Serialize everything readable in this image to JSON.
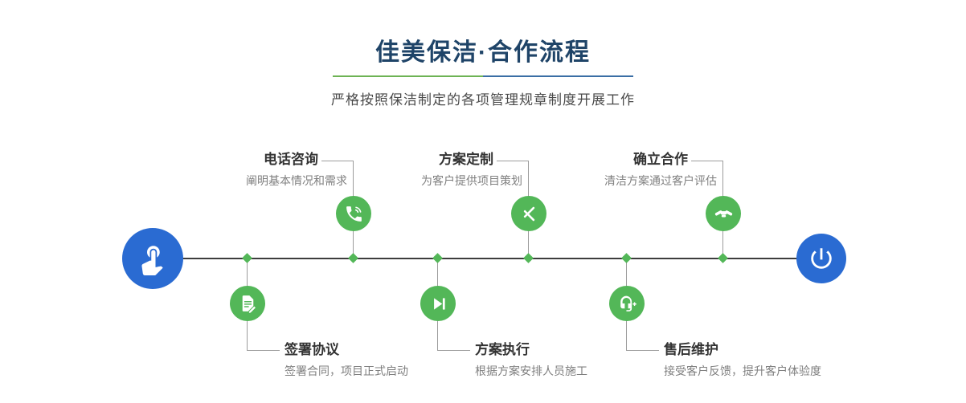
{
  "header": {
    "title": "佳美保洁·合作流程",
    "subtitle": "严格按照保洁制定的各项管理规章制度开展工作"
  },
  "colors": {
    "accent_green": "#53b758",
    "accent_blue": "#2a6bd2",
    "title_navy": "#1f4468",
    "divider_green": "#6db354",
    "divider_blue": "#3a6ea5",
    "timeline_dark": "#3d3d3d",
    "connector_gray": "#9c9c9c"
  },
  "steps_top": [
    {
      "label": "电话咨询",
      "desc": "阐明基本情况和需求",
      "icon": "phone-icon"
    },
    {
      "label": "方案定制",
      "desc": "为客户提供项目策划",
      "icon": "design-icon"
    },
    {
      "label": "确立合作",
      "desc": "清洁方案通过客户评估",
      "icon": "handshake-icon"
    }
  ],
  "steps_bottom": [
    {
      "label": "签署协议",
      "desc": "签署合同，项目正式启动",
      "icon": "contract-icon"
    },
    {
      "label": "方案执行",
      "desc": "根据方案安排人员施工",
      "icon": "execute-icon"
    },
    {
      "label": "售后维护",
      "desc": "接受客户反馈，提升客户体验度",
      "icon": "headset-icon"
    }
  ],
  "endpoints": {
    "start_icon": "pointing-hand-icon",
    "end_icon": "power-icon"
  }
}
